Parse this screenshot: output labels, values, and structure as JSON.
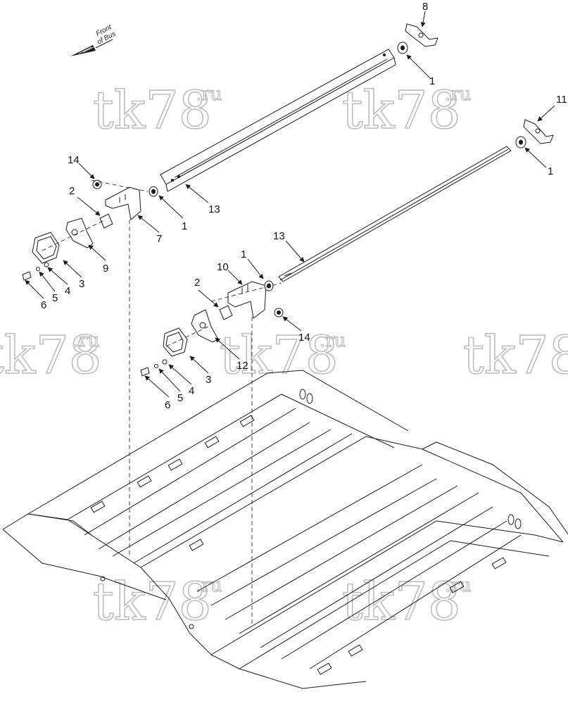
{
  "diagram": {
    "front_label_line1": "Front",
    "front_label_line2": "of Bus",
    "watermark_main": "tk78",
    "watermark_sup": ".ru",
    "callouts": [
      "8",
      "1",
      "11",
      "1",
      "14",
      "2",
      "13",
      "1",
      "7",
      "9",
      "3",
      "4",
      "5",
      "6",
      "13",
      "10",
      "1",
      "2",
      "14",
      "12",
      "3",
      "4",
      "5",
      "6"
    ]
  },
  "colors": {
    "line": "#1a1a1a",
    "watermark_stroke": "#bdbdbd",
    "background": "#ffffff"
  }
}
